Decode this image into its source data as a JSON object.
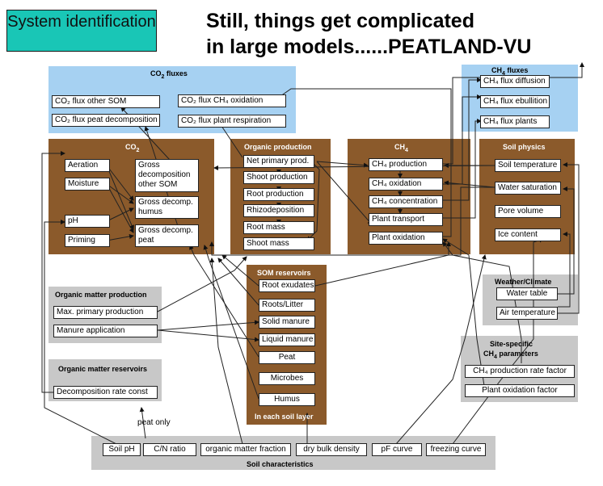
{
  "header": {
    "tag": "System identification",
    "title_line1": "Still, things get complicated",
    "title_line2": "in large models......PEATLAND-VU"
  },
  "co2_fluxes": {
    "title_main": "CO",
    "title_sub": "2",
    "title_rest": " fluxes",
    "items": [
      "CO₂ flux other SOM",
      "CO₂ flux CH₄ oxidation",
      "CO₂ flux peat decomposition",
      "CO₂ flux plant respiration"
    ]
  },
  "ch4_fluxes": {
    "title_main": "CH",
    "title_sub": "4",
    "title_rest": " fluxes",
    "items": [
      "CH₄ flux diffusion",
      "CH₄ flux ebullition",
      "CH₄ flux plants"
    ]
  },
  "co2_panel": {
    "title_main": "CO",
    "title_sub": "2",
    "left_items": [
      "Aeration",
      "Moisture",
      "pH",
      "Priming"
    ],
    "right_items": [
      "Gross decomposition other SOM",
      "Gross decomp. humus",
      "Gross decomp. peat"
    ]
  },
  "organic_production": {
    "title": "Organic production",
    "items": [
      "Net primary prod.",
      "Shoot production",
      "Root production",
      "Rhizodeposition",
      "Root mass",
      "Shoot mass"
    ]
  },
  "ch4_panel": {
    "title_main": "CH",
    "title_sub": "4",
    "items": [
      "CH₄ production",
      "CH₄ oxidation",
      "CH₄ concentration",
      "Plant transport",
      "Plant oxidation"
    ]
  },
  "soil_physics": {
    "title": "Soil physics",
    "items": [
      "Soil temperature",
      "Water saturation",
      "Pore volume",
      "Ice content"
    ]
  },
  "som_reservoirs": {
    "title": "SOM reservoirs",
    "items": [
      "Root exudates",
      "Roots/Litter",
      "Solid manure",
      "Liquid manure",
      "Peat",
      "Microbes",
      "Humus"
    ],
    "footer": "In each soil layer"
  },
  "organic_matter_production": {
    "title": "Organic matter production",
    "items": [
      "Max. primary production",
      "Manure application"
    ]
  },
  "organic_matter_reservoirs": {
    "title": "Organic matter reservoirs",
    "items": [
      "Decomposition rate const"
    ]
  },
  "weather_climate": {
    "title": "Weather/Climate",
    "items": [
      "Water table",
      "Air temperature"
    ]
  },
  "site_specific": {
    "title_line1": "Site-specific",
    "title_main": "CH",
    "title_sub": "4",
    "title_rest": " parameters",
    "items": [
      "CH₄ production rate factor",
      "Plant oxidation factor"
    ]
  },
  "soil_characteristics": {
    "title": "Soil characteristics",
    "items": [
      "Soil pH",
      "C/N ratio",
      "organic matter fraction",
      "dry bulk density",
      "pF curve",
      "freezing curve"
    ]
  },
  "annotations": {
    "peat_only": "peat only"
  },
  "colors": {
    "brown": "#8b5a2b",
    "blue": "#a6d1f2",
    "gray": "#c8c8c8",
    "teal": "#19c6b6"
  }
}
